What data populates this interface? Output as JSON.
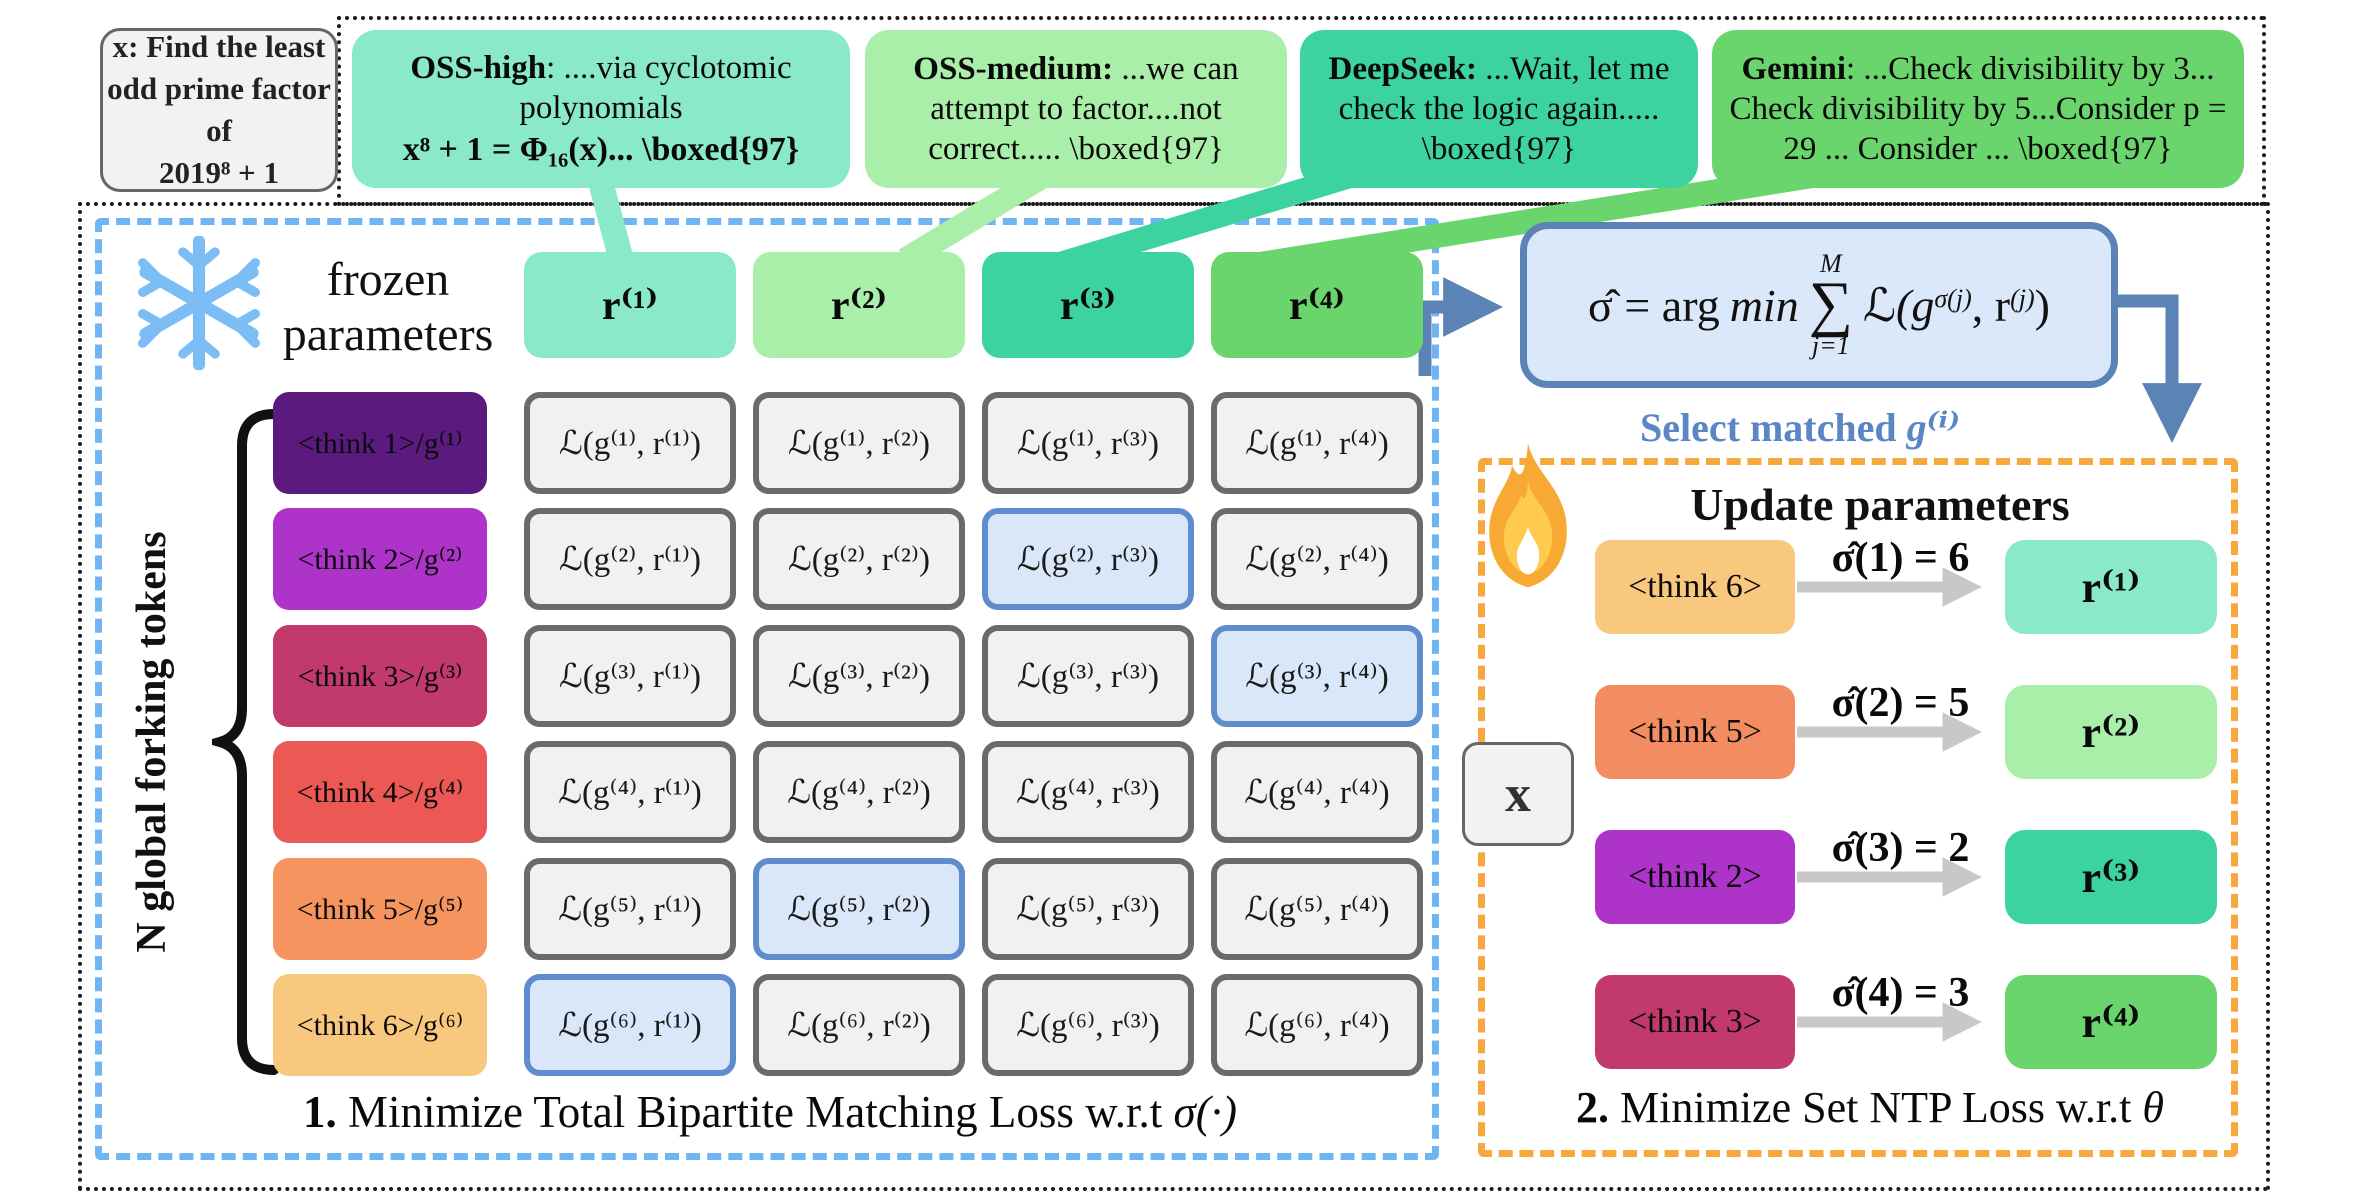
{
  "prompt": {
    "lines": [
      "x: Find the least",
      "odd prime factor of",
      "2019⁸ + 1"
    ]
  },
  "responses": [
    {
      "bold_label": "OSS-high",
      "text": ": ....via cyclotomic polynomials",
      "math_line": "x⁸ + 1 = Φ₁₆(x)... \\boxed{97}",
      "color": "#8AE9C8"
    },
    {
      "bold_label": "OSS-medium:",
      "text": " ...we can attempt to factor....not correct..... \\boxed{97}",
      "math_line": null,
      "color": "#A9EFA9"
    },
    {
      "bold_label": "DeepSeek:",
      "text": " ...Wait, let me check the logic again..... \\boxed{97}",
      "math_line": null,
      "color": "#3DD3A0"
    },
    {
      "bold_label": "Gemini",
      "text": ": ...Check divisibility by 3... Check divisibility by 5...Consider p = 29 ... Consider ... \\boxed{97}",
      "math_line": null,
      "color": "#69D56C"
    }
  ],
  "panel1": {
    "frozen_label": "frozen parameters",
    "brace_label": "N global forking tokens",
    "headers": [
      "r⁽¹⁾",
      "r⁽²⁾",
      "r⁽³⁾",
      "r⁽⁴⁾"
    ],
    "header_colors": [
      "#8AE9C8",
      "#A9EFA9",
      "#3DD3A0",
      "#69D56C"
    ],
    "rows": [
      {
        "label": "<think 1>/g⁽¹⁾",
        "color": "#5B1B7E"
      },
      {
        "label": "<think 2>/g⁽²⁾",
        "color": "#AD33C9"
      },
      {
        "label": "<think 3>/g⁽³⁾",
        "color": "#C23A6B"
      },
      {
        "label": "<think 4>/g⁽⁴⁾",
        "color": "#EC5853"
      },
      {
        "label": "<think 5>/g⁽⁵⁾",
        "color": "#F6945F"
      },
      {
        "label": "<think 6>/g⁽⁶⁾",
        "color": "#F9C87F"
      }
    ],
    "cells": [
      [
        "ℒ(g⁽¹⁾, r⁽¹⁾)",
        "ℒ(g⁽¹⁾, r⁽²⁾)",
        "ℒ(g⁽¹⁾, r⁽³⁾)",
        "ℒ(g⁽¹⁾, r⁽⁴⁾)"
      ],
      [
        "ℒ(g⁽²⁾, r⁽¹⁾)",
        "ℒ(g⁽²⁾, r⁽²⁾)",
        "ℒ(g⁽²⁾, r⁽³⁾)",
        "ℒ(g⁽²⁾, r⁽⁴⁾)"
      ],
      [
        "ℒ(g⁽³⁾, r⁽¹⁾)",
        "ℒ(g⁽³⁾, r⁽²⁾)",
        "ℒ(g⁽³⁾, r⁽³⁾)",
        "ℒ(g⁽³⁾, r⁽⁴⁾)"
      ],
      [
        "ℒ(g⁽⁴⁾, r⁽¹⁾)",
        "ℒ(g⁽⁴⁾, r⁽²⁾)",
        "ℒ(g⁽⁴⁾, r⁽³⁾)",
        "ℒ(g⁽⁴⁾, r⁽⁴⁾)"
      ],
      [
        "ℒ(g⁽⁵⁾, r⁽¹⁾)",
        "ℒ(g⁽⁵⁾, r⁽²⁾)",
        "ℒ(g⁽⁵⁾, r⁽³⁾)",
        "ℒ(g⁽⁵⁾, r⁽⁴⁾)"
      ],
      [
        "ℒ(g⁽⁶⁾, r⁽¹⁾)",
        "ℒ(g⁽⁶⁾, r⁽²⁾)",
        "ℒ(g⁽⁶⁾, r⁽³⁾)",
        "ℒ(g⁽⁶⁾, r⁽⁴⁾)"
      ]
    ],
    "highlighted": [
      [
        2,
        3
      ],
      [
        3,
        4
      ],
      [
        5,
        2
      ],
      [
        6,
        1
      ]
    ],
    "caption_num": "1.",
    "caption_text": " Minimize Total Bipartite Matching Loss w.r.t ",
    "caption_math": "σ(·)"
  },
  "formula": {
    "lhs_upright": "σ̂ = arg",
    "lhs_italic": "min",
    "sum_upper": "M",
    "sum_symbol": "∑",
    "sum_lower": "j=1",
    "loss_open": "ℒ(g",
    "loss_sup_1": "σ(j)",
    "loss_comma": ", r",
    "loss_sup_2": "(j)",
    "loss_close": ")"
  },
  "select_matched": {
    "text": "Select matched ",
    "math": "g⁽ⁱ⁾"
  },
  "panel2": {
    "title": "Update parameters",
    "x_label": "x",
    "rows": [
      {
        "think": "<think 6>",
        "think_color": "#F9C87F",
        "arrow_label": "σ̂(1) = 6",
        "r": "r⁽¹⁾",
        "r_color": "#8AE9C8"
      },
      {
        "think": "<think 5>",
        "think_color": "#F48C61",
        "arrow_label": "σ̂(2) = 5",
        "r": "r⁽²⁾",
        "r_color": "#A9EFA9"
      },
      {
        "think": "<think 2>",
        "think_color": "#AD33C9",
        "arrow_label": "σ̂(3) = 2",
        "r": "r⁽³⁾",
        "r_color": "#3DD3A0"
      },
      {
        "think": "<think 3>",
        "think_color": "#C23A6B",
        "arrow_label": "σ̂(4) = 3",
        "r": "r⁽⁴⁾",
        "r_color": "#69D56C"
      }
    ],
    "caption_num": "2.",
    "caption_text": " Minimize Set NTP Loss w.r.t ",
    "caption_math": "θ"
  },
  "colors": {
    "panel1_border": "#6FB5F3",
    "panel2_border": "#F7A83C",
    "highlight_cell_bg": "#D9E7F9",
    "highlight_cell_border": "#5E8CCC",
    "formula_bg": "#DBE8FA",
    "formula_border": "#5C83B6",
    "arrow_blue": "#5C83B6",
    "arrow_gray": "#C8C8C8",
    "snowflake_blue": "#7BBDF4",
    "flame_orange": "#F7A933",
    "flame_yellow": "#FFCB4F"
  }
}
